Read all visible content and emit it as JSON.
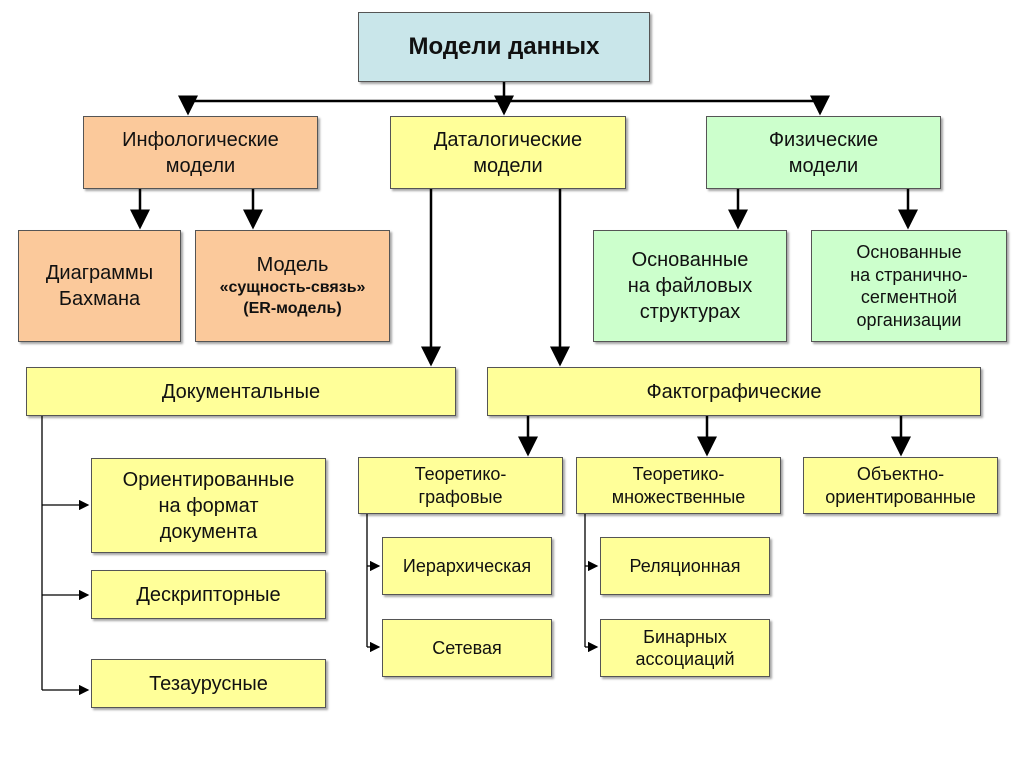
{
  "colors": {
    "title": "#c9e6ea",
    "info": "#fbc99b",
    "data": "#ffff99",
    "phys": "#ccffcc"
  },
  "title": "Модели данных",
  "level1": {
    "info": [
      "Инфологические",
      "модели"
    ],
    "data": [
      "Даталогические",
      "модели"
    ],
    "phys": [
      "Физические",
      "модели"
    ]
  },
  "info_children": {
    "bachman": [
      "Диаграммы",
      "Бахмана"
    ],
    "er": [
      "Модель",
      "«сущность-связь»",
      "(ER-модель)"
    ]
  },
  "phys_children": {
    "file": [
      "Основанные",
      "на файловых",
      "структурах"
    ],
    "page": [
      "Основанные",
      "на странично-",
      "сегментной",
      "организации"
    ]
  },
  "data_children": {
    "doc": "Документальные",
    "fact": "Фактографические"
  },
  "doc_children": {
    "orient": [
      "Ориентированные",
      "на формат",
      "документа"
    ],
    "descr": "Дескрипторные",
    "thes": "Тезаурусные"
  },
  "fact_children": {
    "tgraph": [
      "Теоретико-",
      "графовые"
    ],
    "tset": [
      "Теоретико-",
      "множественные"
    ],
    "oo": [
      "Объектно-",
      "ориентированные"
    ]
  },
  "graph_children": {
    "hier": "Иерархическая",
    "net": "Сетевая"
  },
  "set_children": {
    "rel": "Реляционная",
    "bin": [
      "Бинарных",
      "ассоциаций"
    ]
  }
}
